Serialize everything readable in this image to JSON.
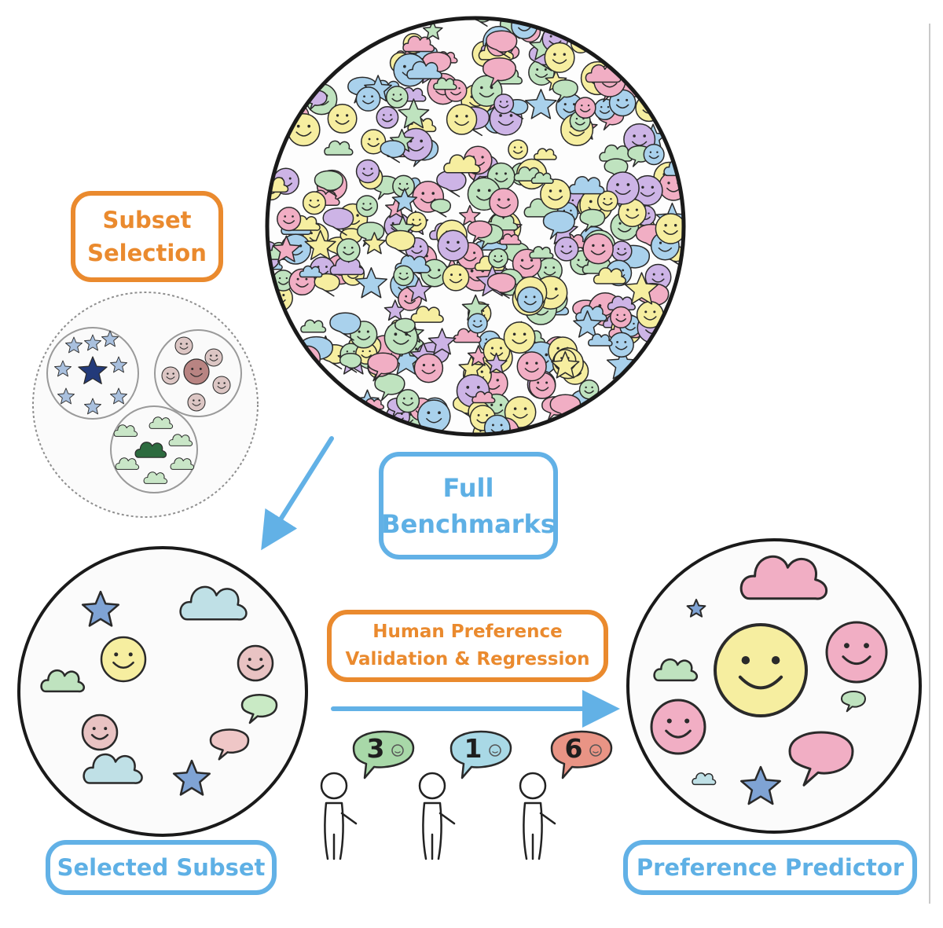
{
  "labels": {
    "subset_selection": [
      "Subset",
      "Selection"
    ],
    "full_benchmarks": [
      "Full",
      "Benchmarks"
    ],
    "human_preference": [
      "Human Preference",
      "Validation & Regression"
    ],
    "selected_subset": "Selected Subset",
    "preference_predictor": "Preference Predictor"
  },
  "ratings": [
    "3",
    "1",
    "6"
  ],
  "colors": {
    "orange_accent": "#ea8a2e",
    "blue_accent": "#62b1e6",
    "yellow": "#f6eea0",
    "pink": "#f1aec4",
    "green": "#bfe3bf",
    "blue_soft": "#a9d1ec",
    "purple": "#cdb4e6",
    "rating_green": "#a8d8a8",
    "rating_blue": "#a9d9e6",
    "rating_red": "#e99485"
  },
  "icons": [
    "smiley-face-icon",
    "star-icon",
    "cloud-icon",
    "speech-bubble-icon",
    "stick-figure-icon",
    "arrow-icon"
  ]
}
